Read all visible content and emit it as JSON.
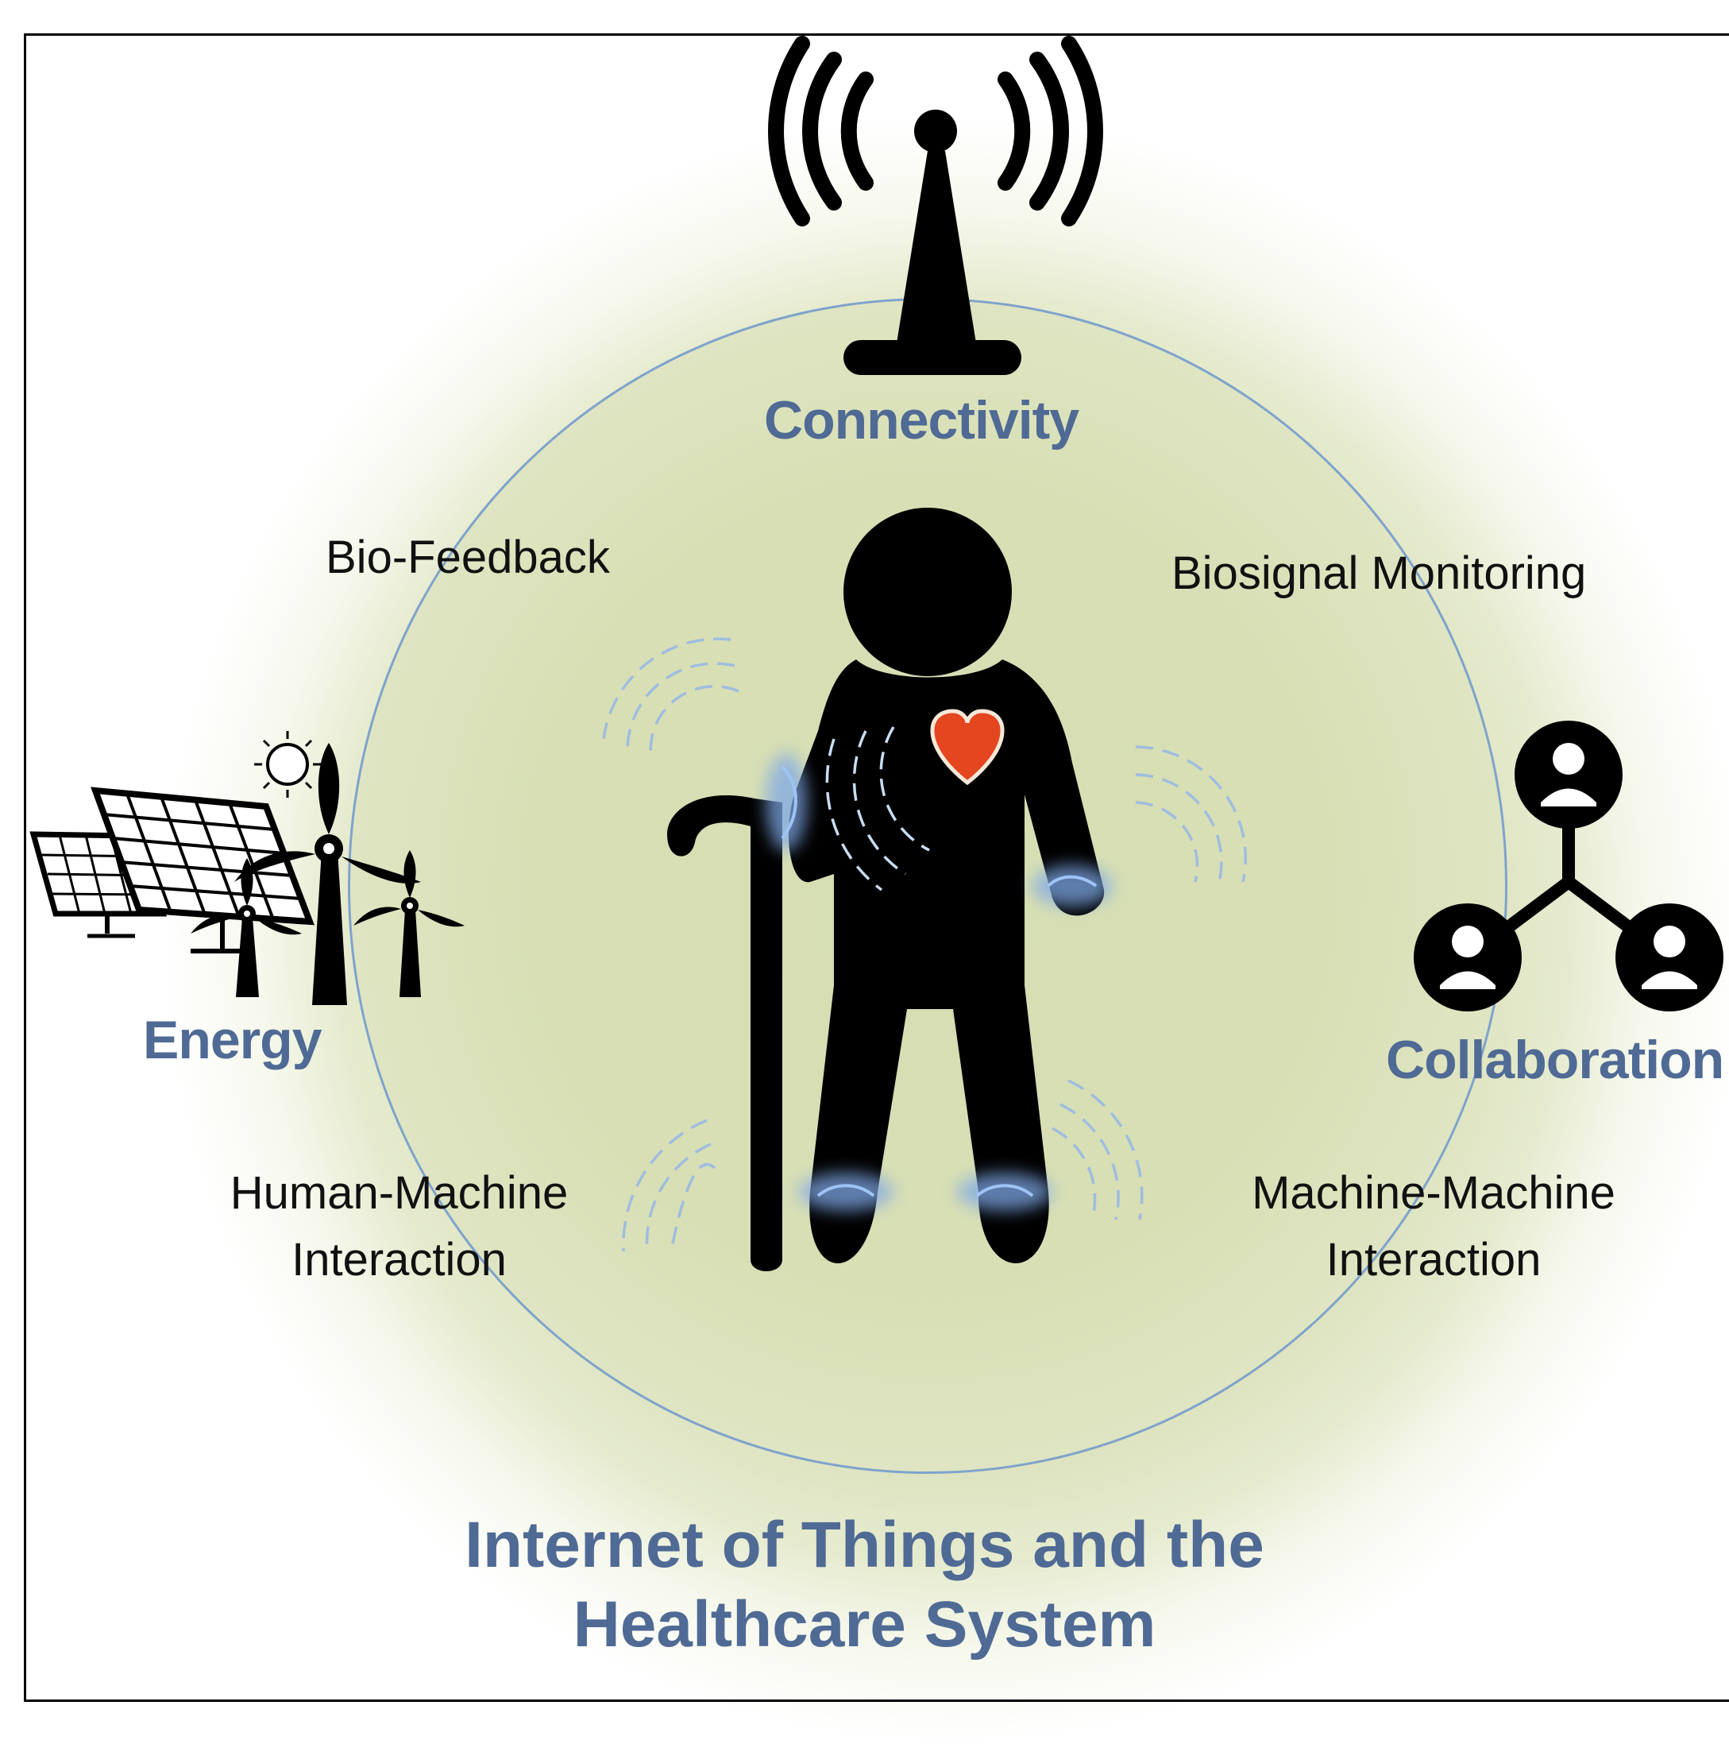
{
  "labels": {
    "connectivity": "Connectivity",
    "energy": "Energy",
    "collaboration": "Collaboration",
    "bio_feedback": "Bio-Feedback",
    "biosignal_monitoring": "Biosignal Monitoring",
    "human_machine_line1": "Human-Machine",
    "human_machine_line2": "Interaction",
    "machine_machine_line1": "Machine-Machine",
    "machine_machine_line2": "Interaction"
  },
  "title": {
    "line1": "Internet of Things and the",
    "line2": "Healthcare System"
  },
  "icons": [
    "antenna-icon",
    "solar-panel-icon",
    "sun-icon",
    "wind-turbine-icon",
    "person-with-cane-icon",
    "heart-icon",
    "network-people-icon"
  ],
  "colors": {
    "label_blue": "#4f6a94",
    "ring_blue": "#7ea3cc",
    "circle_fill": "#d7dfb4",
    "heart": "#e4461f",
    "sensor_glow": "#7fa8e6"
  }
}
